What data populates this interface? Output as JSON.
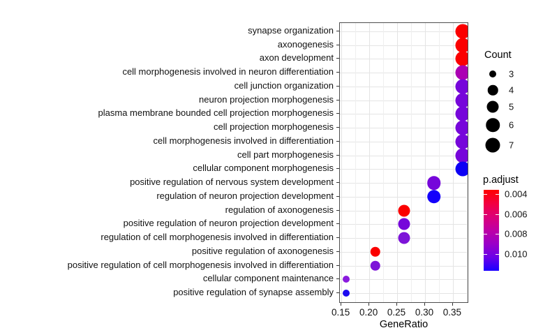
{
  "chart_data": {
    "type": "scatter",
    "subtype": "go-enrichment-dotplot",
    "title": "",
    "xlabel": "GeneRatio",
    "x_ticks": [
      "0.15",
      "0.20",
      "0.25",
      "0.30",
      "0.35"
    ],
    "x_tick_values": [
      0.15,
      0.2,
      0.25,
      0.3,
      0.35
    ],
    "x_minor_values": [
      0.175,
      0.225,
      0.275,
      0.325,
      0.375
    ],
    "xlim": [
      0.1473,
      0.3789
    ],
    "grid": true,
    "legend_position": "right",
    "points": [
      {
        "term": "synapse organization",
        "gene_ratio": 0.368,
        "count": 7,
        "p_adjust_est": 0.004,
        "color": "#FB0000"
      },
      {
        "term": "axonogenesis",
        "gene_ratio": 0.368,
        "count": 7,
        "p_adjust_est": 0.004,
        "color": "#FB0000"
      },
      {
        "term": "axon development",
        "gene_ratio": 0.368,
        "count": 7,
        "p_adjust_est": 0.004,
        "color": "#FB0000"
      },
      {
        "term": "cell morphogenesis involved in neuron differentiation",
        "gene_ratio": 0.368,
        "count": 7,
        "p_adjust_est": 0.0075,
        "color": "#AB00B3"
      },
      {
        "term": "cell junction organization",
        "gene_ratio": 0.368,
        "count": 7,
        "p_adjust_est": 0.0095,
        "color": "#7606DA"
      },
      {
        "term": "neuron projection morphogenesis",
        "gene_ratio": 0.368,
        "count": 7,
        "p_adjust_est": 0.0095,
        "color": "#7606DA"
      },
      {
        "term": "plasma membrane bounded cell projection morphogenesis",
        "gene_ratio": 0.368,
        "count": 7,
        "p_adjust_est": 0.0095,
        "color": "#7606DA"
      },
      {
        "term": "cell projection morphogenesis",
        "gene_ratio": 0.368,
        "count": 7,
        "p_adjust_est": 0.0095,
        "color": "#7606DA"
      },
      {
        "term": "cell morphogenesis involved in differentiation",
        "gene_ratio": 0.368,
        "count": 7,
        "p_adjust_est": 0.0095,
        "color": "#7606DA"
      },
      {
        "term": "cell part morphogenesis",
        "gene_ratio": 0.368,
        "count": 7,
        "p_adjust_est": 0.0095,
        "color": "#7606DA"
      },
      {
        "term": "cellular component morphogenesis",
        "gene_ratio": 0.368,
        "count": 7,
        "p_adjust_est": 0.011,
        "color": "#0D00F4"
      },
      {
        "term": "positive regulation of nervous system development",
        "gene_ratio": 0.316,
        "count": 6,
        "p_adjust_est": 0.0095,
        "color": "#7606DA"
      },
      {
        "term": "regulation of neuron projection development",
        "gene_ratio": 0.316,
        "count": 6,
        "p_adjust_est": 0.011,
        "color": "#1400FB"
      },
      {
        "term": "regulation of axonogenesis",
        "gene_ratio": 0.263,
        "count": 5,
        "p_adjust_est": 0.004,
        "color": "#FB0000"
      },
      {
        "term": "positive regulation of neuron projection development",
        "gene_ratio": 0.263,
        "count": 5,
        "p_adjust_est": 0.0095,
        "color": "#7606DA"
      },
      {
        "term": "regulation of cell morphogenesis involved in differentiation",
        "gene_ratio": 0.263,
        "count": 5,
        "p_adjust_est": 0.0095,
        "color": "#7D14D8"
      },
      {
        "term": "positive regulation of axonogenesis",
        "gene_ratio": 0.211,
        "count": 4,
        "p_adjust_est": 0.004,
        "color": "#FB0000"
      },
      {
        "term": "positive regulation of cell morphogenesis involved in differentiation",
        "gene_ratio": 0.211,
        "count": 4,
        "p_adjust_est": 0.0095,
        "color": "#7D14D8"
      },
      {
        "term": "cellular component maintenance",
        "gene_ratio": 0.158,
        "count": 3,
        "p_adjust_est": 0.009,
        "color": "#8A1BDE"
      },
      {
        "term": "positive regulation of synapse assembly",
        "gene_ratio": 0.158,
        "count": 3,
        "p_adjust_est": 0.011,
        "color": "#1C09F0"
      }
    ],
    "legend_count": {
      "title": "Count",
      "sizes": [
        3,
        4,
        5,
        6,
        7
      ],
      "key_color": "#000000"
    },
    "legend_padjust": {
      "title": "p.adjust",
      "tick_labels": [
        "0.004",
        "0.006",
        "0.008",
        "0.010"
      ],
      "tick_values": [
        0.004,
        0.006,
        0.008,
        0.01
      ],
      "gradient_stops": [
        "#FF0000",
        "#F3003F",
        "#DC0078",
        "#BE00A5",
        "#9A00C8",
        "#6B00E8",
        "#1B00FF"
      ],
      "low_color": "#FF0000",
      "high_color": "#1B00FF"
    }
  }
}
